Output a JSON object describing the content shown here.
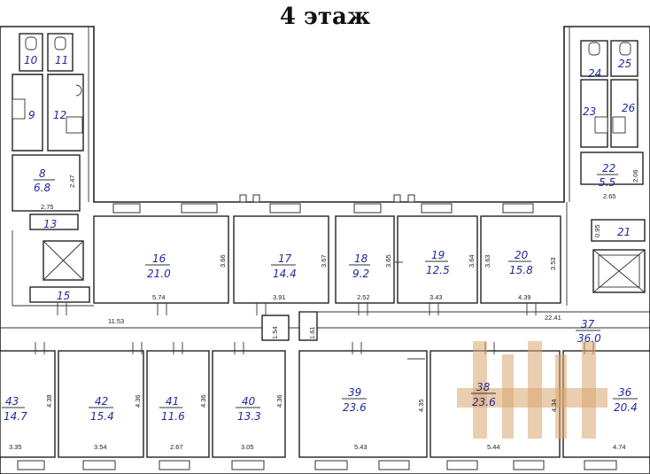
{
  "title": "4 этаж",
  "rooms": [
    {
      "id": "r10",
      "num": "10",
      "area": ""
    },
    {
      "id": "r11",
      "num": "11",
      "area": ""
    },
    {
      "id": "r9",
      "num": "9",
      "area": ""
    },
    {
      "id": "r12",
      "num": "12",
      "area": ""
    },
    {
      "id": "r8",
      "num": "8",
      "area": "6.8"
    },
    {
      "id": "r13",
      "num": "13",
      "area": ""
    },
    {
      "id": "r15",
      "num": "15",
      "area": ""
    },
    {
      "id": "r16",
      "num": "16",
      "area": "21.0"
    },
    {
      "id": "r17",
      "num": "17",
      "area": "14.4"
    },
    {
      "id": "r18",
      "num": "18",
      "area": "9.2"
    },
    {
      "id": "r19",
      "num": "19",
      "area": "12.5"
    },
    {
      "id": "r20",
      "num": "20",
      "area": "15.8"
    },
    {
      "id": "r21",
      "num": "21",
      "area": ""
    },
    {
      "id": "r22",
      "num": "22",
      "area": "5.5"
    },
    {
      "id": "r23",
      "num": "23",
      "area": ""
    },
    {
      "id": "r24",
      "num": "24",
      "area": ""
    },
    {
      "id": "r25",
      "num": "25",
      "area": ""
    },
    {
      "id": "r26",
      "num": "26",
      "area": ""
    },
    {
      "id": "r37",
      "num": "37",
      "area": "36.0"
    },
    {
      "id": "r43",
      "num": "43",
      "area": "14.7"
    },
    {
      "id": "r42",
      "num": "42",
      "area": "15.4"
    },
    {
      "id": "r41",
      "num": "41",
      "area": "11.6"
    },
    {
      "id": "r40",
      "num": "40",
      "area": "13.3"
    },
    {
      "id": "r39",
      "num": "39",
      "area": "23.6"
    },
    {
      "id": "r38",
      "num": "38",
      "area": "23.6"
    },
    {
      "id": "r36",
      "num": "36",
      "area": "20.4"
    }
  ],
  "dimensions": {
    "d247": "2.47",
    "d275": "2.75",
    "d366": "3.66",
    "d574": "5.74",
    "d367": "3.67",
    "d391": "3.91",
    "d365": "3.65",
    "d252": "2.52",
    "d364": "3.64",
    "d343": "3.43",
    "d363": "3.63",
    "d353": "3.53",
    "d439": "4.39",
    "d2241": "22.41",
    "d1153": "11.53",
    "d154": "1.54",
    "d161": "1.61",
    "d095": "0.95",
    "d206": "2.06",
    "d265": "2.65",
    "d438": "4.38",
    "d335": "3.35",
    "d436a": "4.36",
    "d354": "3.54",
    "d436b": "4.36",
    "d267": "2.67",
    "d436c": "4.36",
    "d305": "3.05",
    "d435": "4.35",
    "d543": "5.43",
    "d434": "4.34",
    "d544": "5.44",
    "d474": "4.74"
  }
}
